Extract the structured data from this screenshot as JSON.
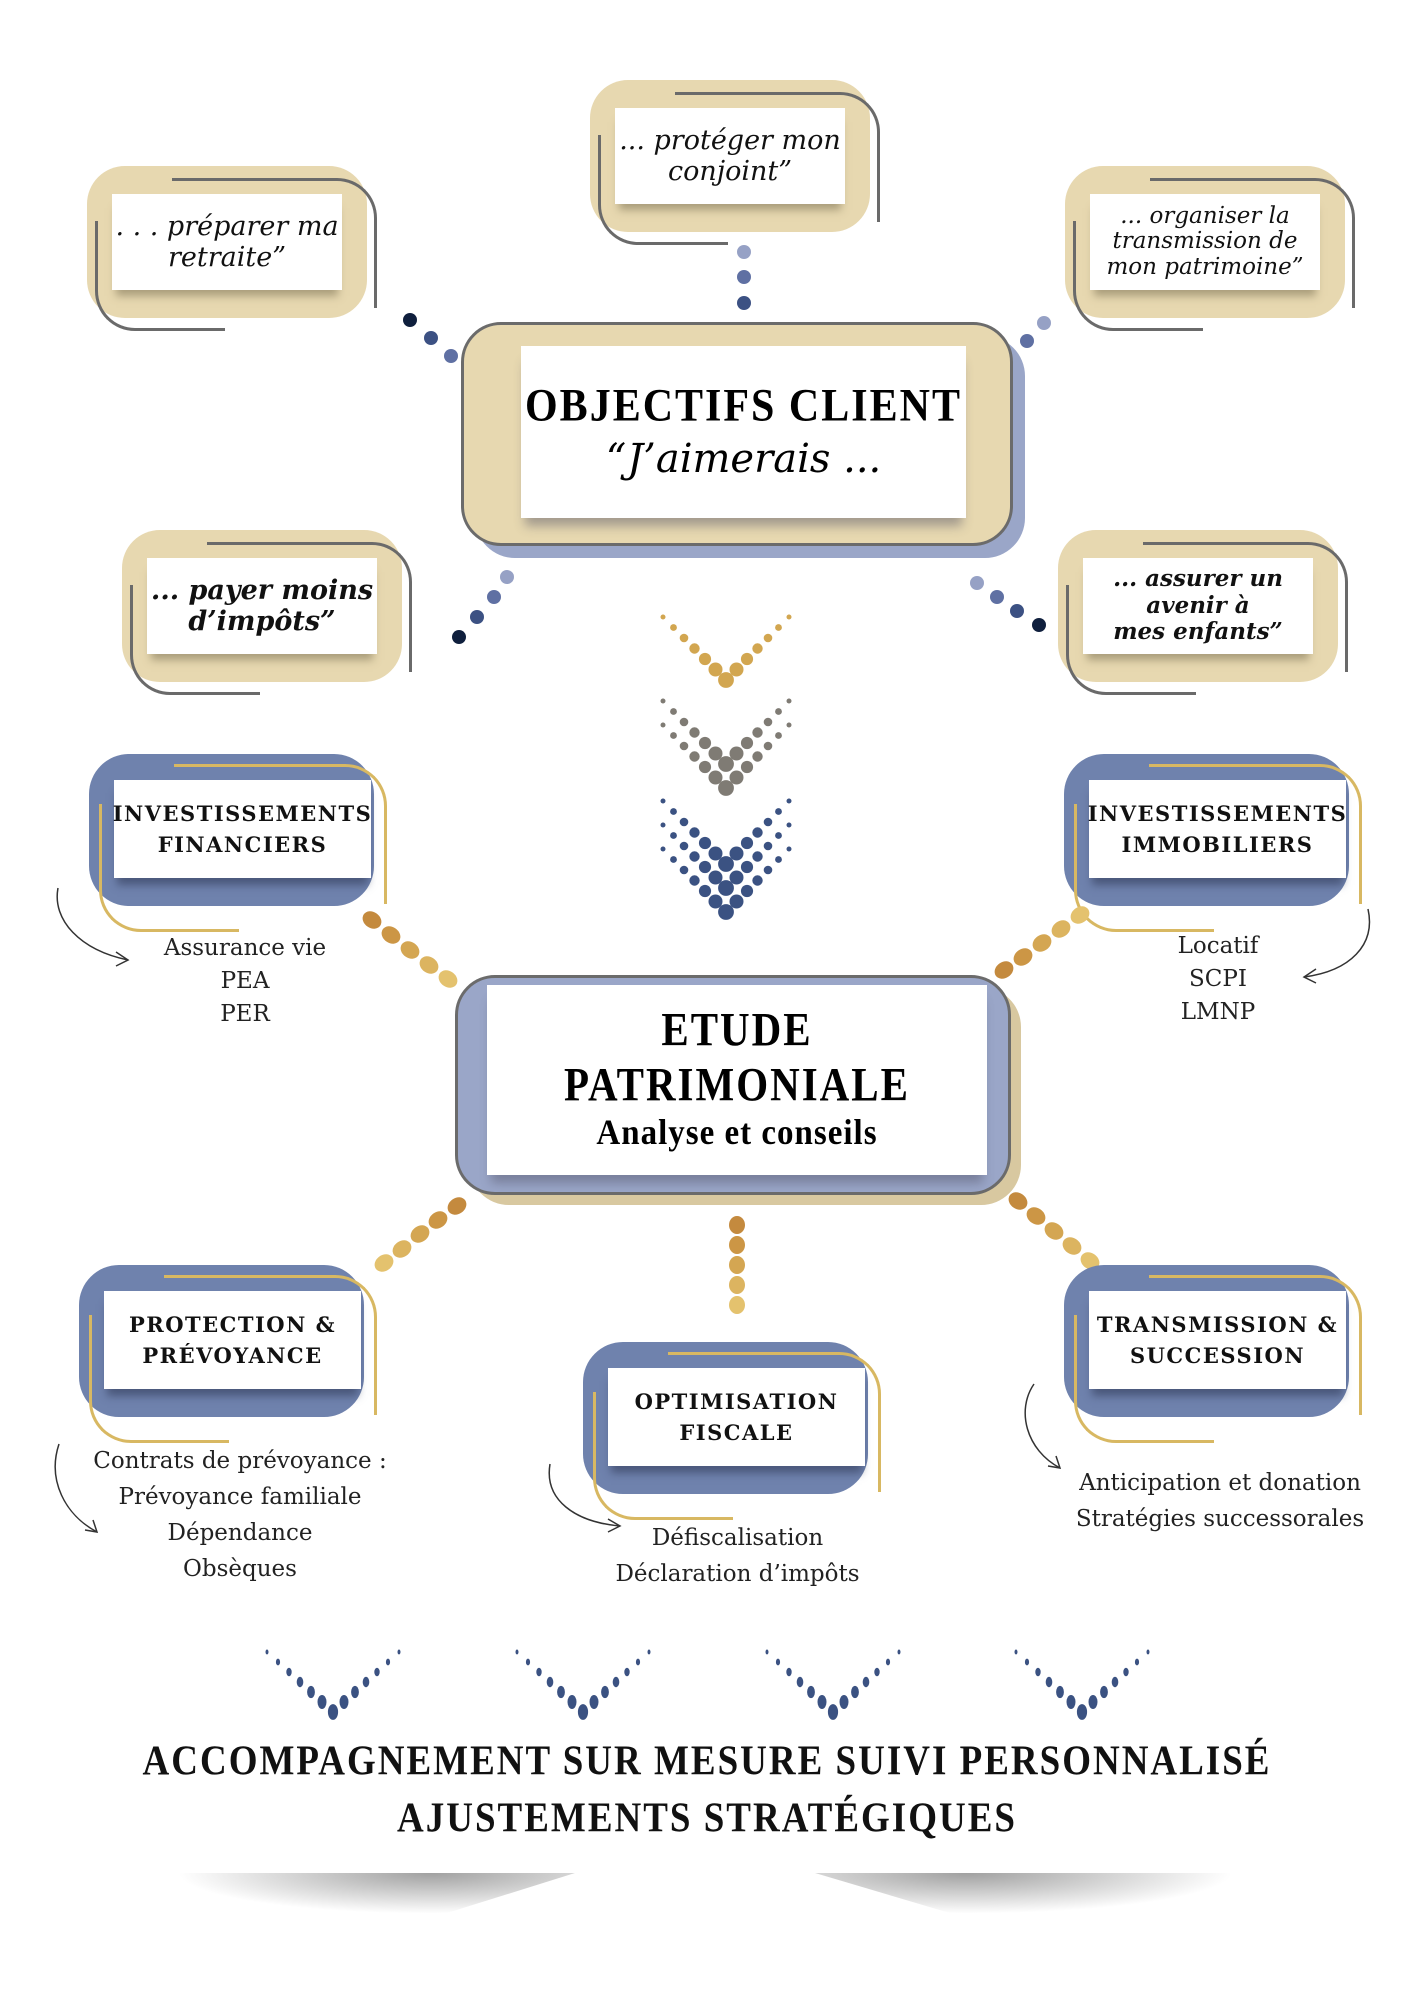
{
  "diagram": {
    "colors": {
      "beige": "#e7d8b0",
      "blue": "#6f82ad",
      "light_blue": "#9aa6c8",
      "gold": "#d8b862",
      "navy": "#0f1f3d",
      "gray": "#808080"
    },
    "objectives": {
      "title": "OBJECTIFS CLIENT",
      "subtitle": "“J’aimerais ...",
      "goals": [
        {
          "id": "retraite",
          "text": ". . .  préparer ma\nretraite”"
        },
        {
          "id": "conjoint",
          "text": "... protéger mon\nconjoint”"
        },
        {
          "id": "transmission",
          "text": "... organiser la\ntransmission de\nmon patrimoine”"
        },
        {
          "id": "impots",
          "text": "... payer moins\nd’impôts”"
        },
        {
          "id": "enfants",
          "text": "... assurer un avenir à\nmes enfants”"
        }
      ]
    },
    "flow_arrows": [
      {
        "color": "gold",
        "rows": 1
      },
      {
        "color": "gray",
        "rows": 2
      },
      {
        "color": "navy-blue",
        "rows": 3
      }
    ],
    "study": {
      "title": "ETUDE PATRIMONIALE",
      "subtitle": "Analyse et conseils"
    },
    "categories": [
      {
        "id": "financiers",
        "label": "INVESTISSEMENTS\nFINANCIERS",
        "items": [
          "Assurance vie",
          "PEA",
          "PER"
        ]
      },
      {
        "id": "immobiliers",
        "label": "INVESTISSEMENTS\nIMMOBILIERS",
        "items": [
          "Locatif",
          "SCPI",
          "LMNP"
        ]
      },
      {
        "id": "protection",
        "label": "PROTECTION &\nPRÉVOYANCE",
        "items": [
          "Contrats de prévoyance :",
          "Prévoyance familiale",
          "Dépendance",
          "Obsèques"
        ]
      },
      {
        "id": "fiscale",
        "label": "OPTIMISATION\nFISCALE",
        "items": [
          "Défiscalisation",
          "Déclaration d’impôts"
        ]
      },
      {
        "id": "succession",
        "label": "TRANSMISSION &\nSUCCESSION",
        "items": [
          "Anticipation et donation",
          "Stratégies successorales"
        ]
      }
    ],
    "footer": {
      "line1": "ACCOMPAGNEMENT SUR MESURE SUIVI PERSONNALISÉ",
      "line2": "AJUSTEMENTS STRATÉGIQUES",
      "chevron_count": 4
    }
  }
}
